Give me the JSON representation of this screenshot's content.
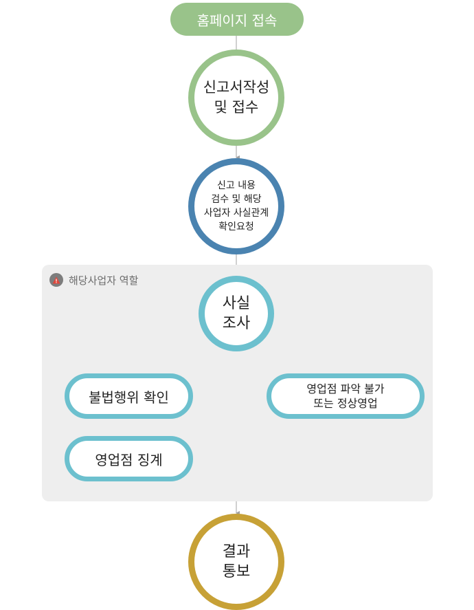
{
  "start": {
    "label": "홈페이지 접속"
  },
  "steps": {
    "report": {
      "line1": "신고서작성",
      "line2": "및 접수"
    },
    "review": {
      "line1": "신고 내용",
      "line2": "검수 및 해당",
      "line3": "사업자 사실관계",
      "line4": "확인요청"
    },
    "investigate": {
      "line1": "사실",
      "line2": "조사"
    },
    "result": {
      "line1": "결과",
      "line2": "통보"
    }
  },
  "section": {
    "label": "해당사업자 역할",
    "icon": "warning-icon"
  },
  "branches": {
    "violation": {
      "label": "불법행위 확인"
    },
    "discipline": {
      "label": "영업점 징계"
    },
    "normal": {
      "line1": "영업점 파악 불가",
      "line2": "또는 정상영업"
    }
  },
  "colors": {
    "green": "#99c38a",
    "blue": "#4a83b0",
    "teal": "#6cc0ce",
    "gold": "#c7a136",
    "section_bg": "#eeeeee",
    "connector": "#a0a0a0"
  }
}
